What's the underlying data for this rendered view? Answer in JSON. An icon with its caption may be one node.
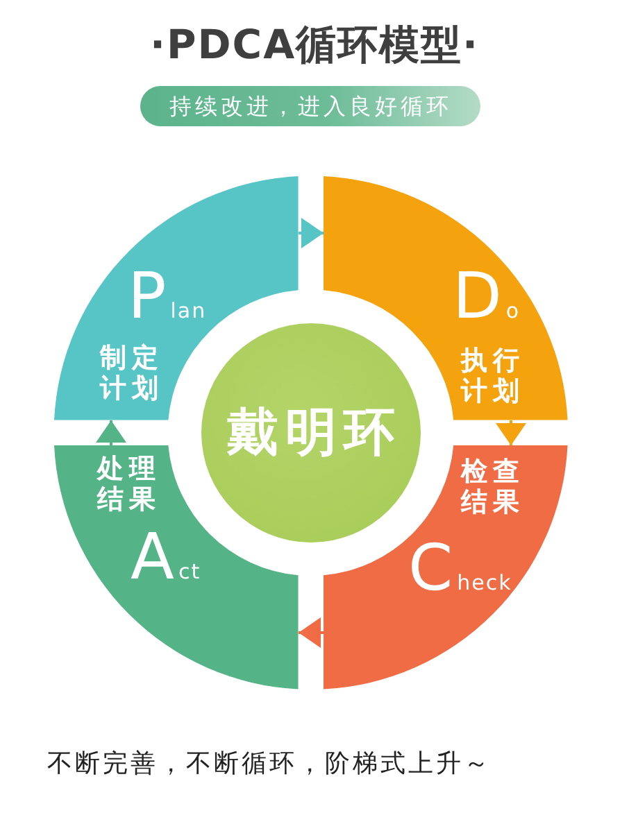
{
  "diagram": {
    "title": "·PDCA循环模型·",
    "nodes": [
      {
        "text": [
          "持续改进，进入良好循环"
        ]
      },
      {
        "text": [
          "Plan",
          "制定计划"
        ]
      },
      {
        "text": [
          "Do",
          "执行计划"
        ]
      },
      {
        "text": [
          "检查结果",
          "Check"
        ]
      },
      {
        "text": [
          "处理结果",
          "Act"
        ]
      },
      {
        "text": [
          "戴明环"
        ]
      }
    ],
    "edges": [
      {
        "from": 1,
        "to": 2,
        "arrow": "to",
        "color": "#57c5c6"
      },
      {
        "from": 2,
        "to": 3,
        "arrow": "to",
        "color": "#f4a30f"
      },
      {
        "from": 3,
        "to": 4,
        "arrow": "to",
        "color": "#f06c45"
      },
      {
        "from": 4,
        "to": 1,
        "arrow": "to",
        "color": "#54b487"
      }
    ],
    "caption": "不断完善，不断循环，阶梯式上升～"
  }
}
